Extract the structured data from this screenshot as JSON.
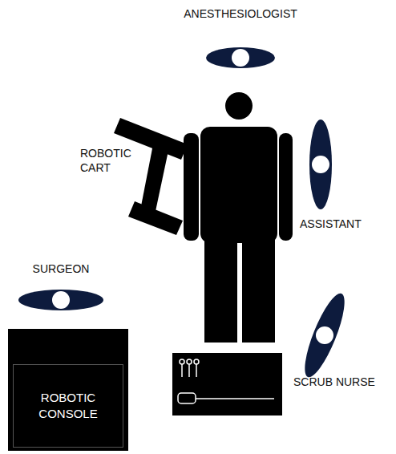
{
  "diagram": {
    "nodes": [
      {
        "text": [
          "ROBOTIC CONSOLE"
        ]
      }
    ],
    "labels": [
      "ANESTHESIOLOGIST",
      "ROBOTIC CART",
      "ASSISTANT",
      "SURGEON",
      "SCRUB NURSE"
    ]
  }
}
